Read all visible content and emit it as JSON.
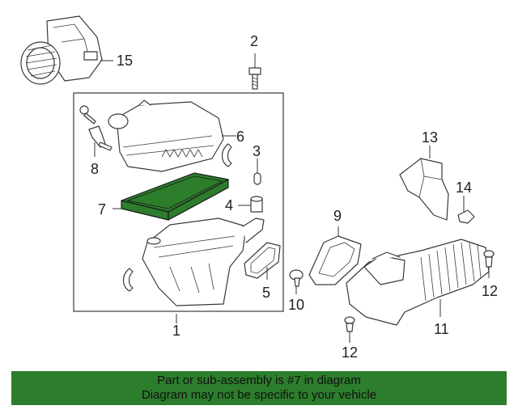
{
  "diagram": {
    "labels": {
      "p1": "1",
      "p2": "2",
      "p3": "3",
      "p4": "4",
      "p5": "5",
      "p6": "6",
      "p7": "7",
      "p8": "8",
      "p9": "9",
      "p10": "10",
      "p11": "11",
      "p12a": "12",
      "p12b": "12",
      "p13": "13",
      "p14": "14",
      "p15": "15"
    },
    "highlighted_part": "7",
    "colors": {
      "highlight_fill": "#2c7d2c",
      "banner_bg": "#2c7d2c"
    }
  },
  "banner": {
    "line1": "Part or sub-assembly is #7 in diagram",
    "line2": "Diagram may not be specific to your vehicle"
  }
}
